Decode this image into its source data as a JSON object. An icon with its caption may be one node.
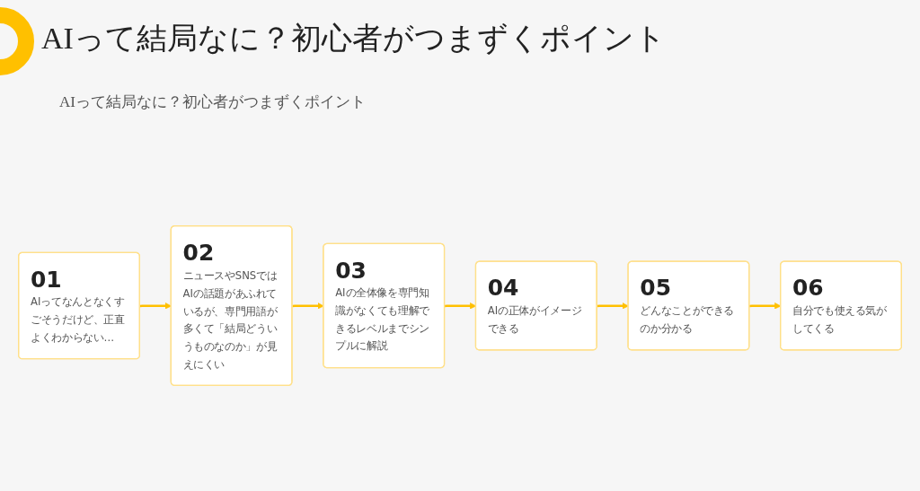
{
  "diagram": {
    "title": "AIって結局なに？初心者がつまずくポイント",
    "nodes": [
      {
        "text": [
          "01",
          "AIってなんとなくすごそうだけど、正直よくわからない…"
        ]
      },
      {
        "text": [
          "02",
          "ニュースやSNSではAIの話題があふれているが、専門用語が多くて「結局どういうものなのか」が見えにくい"
        ]
      },
      {
        "text": [
          "03",
          "AIの全体像を専門知識がなくても理解できるレベルまでシンプルに解説"
        ]
      },
      {
        "text": [
          "04",
          "AIの正体がイメージできる"
        ]
      },
      {
        "text": [
          "05",
          "どんなことができるのか分かる"
        ]
      },
      {
        "text": [
          "06",
          "自分でも使える気がしてくる"
        ]
      }
    ],
    "edges": [
      {
        "from": 0,
        "to": 1,
        "arrow": "to"
      },
      {
        "from": 1,
        "to": 2,
        "arrow": "to"
      },
      {
        "from": 2,
        "to": 3,
        "arrow": "to"
      },
      {
        "from": 3,
        "to": 4,
        "arrow": "to"
      },
      {
        "from": 4,
        "to": 5,
        "arrow": "to"
      }
    ],
    "labels": [
      "AIって結局なに？初心者がつまずくポイント"
    ]
  }
}
